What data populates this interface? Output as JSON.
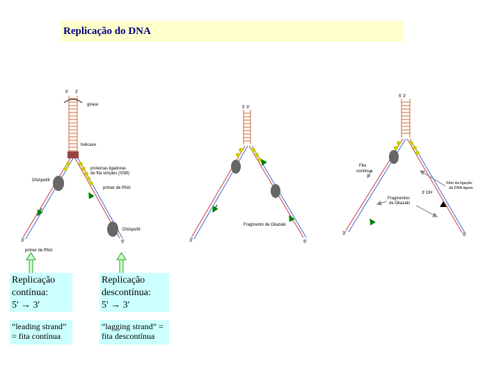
{
  "title": "Replicação do DNA",
  "colors": {
    "title_bg": "#ffffcc",
    "title_text": "#000080",
    "box_bg": "#ccffff",
    "arrow_green": "#008000",
    "strand_red": "#cc3333",
    "protein_yellow": "#cccc00"
  },
  "diagram": {
    "fork1": {
      "top_left": "5'",
      "top_right": "3'",
      "girase": "girase",
      "helicase": "helicase",
      "ssb_line1": "proteínas ligadoras",
      "ssb_line2": "de fita simples (SSB)",
      "dnapol_left": "DNApolIII",
      "primer_top": "primer de RNA",
      "dnapol_right": "DNApolIII",
      "bottom_left": "3'",
      "bottom_right": "5'",
      "primer_bottom": "primer de RNA"
    },
    "fork2": {
      "top": "5'  3'",
      "okazaki": "Fragmento de Okazaki",
      "bottom_left": "3'",
      "bottom_right": "5'"
    },
    "fork3": {
      "top": "5'  3'",
      "fita_line1": "Fita",
      "fita_line2": "contínua",
      "ligacao_line1": "Sítio da ligação",
      "ligacao_line2": "da DNA ligase",
      "oh": "3' OH",
      "frag_line1": "Fragmentos",
      "frag_line2": "de Okazaki",
      "bottom_left": "3'",
      "bottom_right": "5'"
    }
  },
  "boxes": {
    "continua": {
      "line1": "Replicação",
      "line2": "contínua:",
      "line3": "5' → 3'"
    },
    "descontinua": {
      "line1": "Replicação",
      "line2": "descontínua:",
      "line3": "5' → 3'"
    },
    "leading": {
      "line1": "“leading strand”",
      "line2": "= fita contínua"
    },
    "lagging": {
      "line1": "“lagging strand” =",
      "line2": "fita descontínua"
    }
  }
}
